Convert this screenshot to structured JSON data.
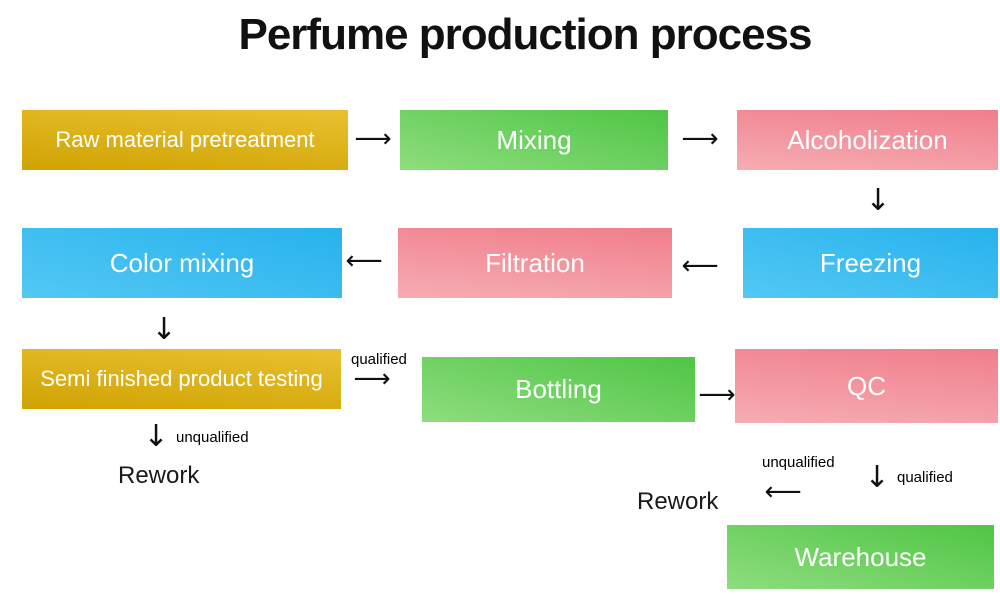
{
  "title": "Perfume production process",
  "icons": {
    "arrow_right": "⟶",
    "arrow_left": "⟵",
    "arrow_down": "↓"
  },
  "colors": {
    "gold_top": "#e9c130",
    "gold_bottom": "#d0a303",
    "green_top": "#4fc545",
    "green_bottom": "#8edd7e",
    "pink_top": "#f07e8a",
    "pink_bottom": "#f6acb4",
    "blue_top": "#27b2ee",
    "blue_bottom": "#53c8f3",
    "text_on_box": "#ffffff",
    "label_text": "#000000"
  },
  "nodes": [
    {
      "id": "raw-material-pretreatment",
      "label": "Raw material pretreatment",
      "color": "gold"
    },
    {
      "id": "mixing",
      "label": "Mixing",
      "color": "green"
    },
    {
      "id": "alcoholization",
      "label": "Alcoholization",
      "color": "pink"
    },
    {
      "id": "color-mixing",
      "label": "Color mixing",
      "color": "blue"
    },
    {
      "id": "filtration",
      "label": "Filtration",
      "color": "pink"
    },
    {
      "id": "freezing",
      "label": "Freezing",
      "color": "blue"
    },
    {
      "id": "semi-finished-product-testing",
      "label": "Semi finished product testing",
      "color": "gold"
    },
    {
      "id": "bottling",
      "label": "Bottling",
      "color": "green"
    },
    {
      "id": "qc",
      "label": "QC",
      "color": "pink"
    },
    {
      "id": "warehouse",
      "label": "Warehouse",
      "color": "green"
    }
  ],
  "edge_labels": {
    "qualified_semi": "qualified",
    "unqualified_semi": "unqualified",
    "unqualified_qc": "unqualified",
    "qualified_qc": "qualified"
  },
  "terminals": {
    "rework_semi": "Rework",
    "rework_qc": "Rework"
  }
}
